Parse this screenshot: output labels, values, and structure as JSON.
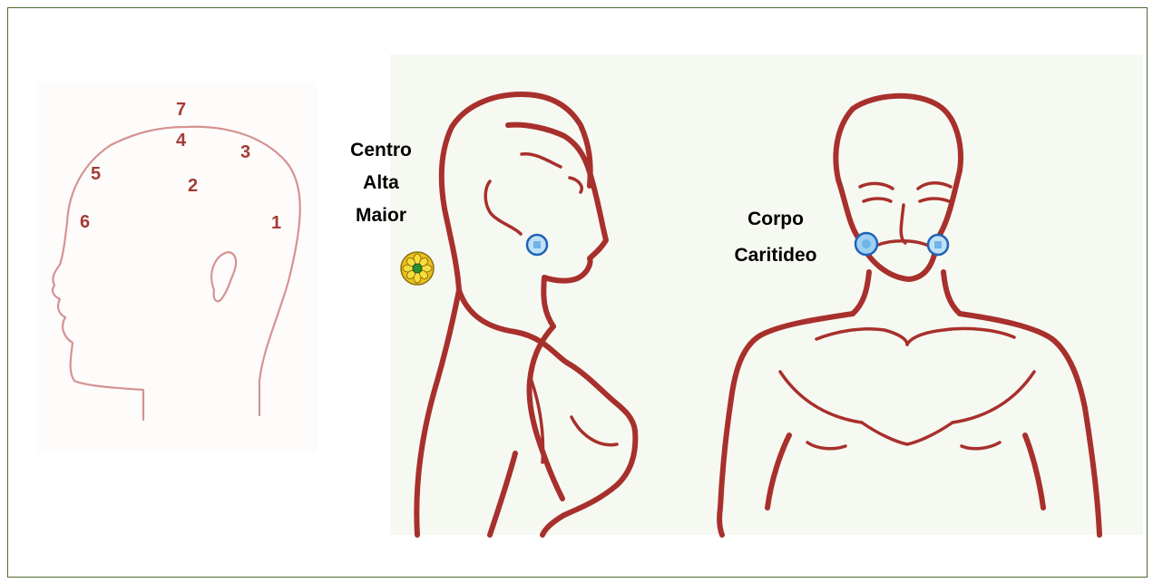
{
  "head_points": [
    {
      "id": "7",
      "label": "7"
    },
    {
      "id": "4",
      "label": "4"
    },
    {
      "id": "3",
      "label": "3"
    },
    {
      "id": "5",
      "label": "5"
    },
    {
      "id": "2",
      "label": "2"
    },
    {
      "id": "6",
      "label": "6"
    },
    {
      "id": "1",
      "label": "1"
    }
  ],
  "labels": {
    "alta_maior": [
      "Centro",
      "Alta",
      "Maior"
    ],
    "corpo": [
      "Corpo",
      "Caritideo"
    ]
  },
  "colors": {
    "frame_border": "#4f6b33",
    "figure_stroke": "#a8302c",
    "head_stroke": "#d59292",
    "number_text": "#a63a36",
    "marker_fill": "#6fb3e8",
    "marker_ring": "#1f63b5",
    "chakra_yellow": "#e8c21a",
    "chakra_green": "#2f8c2f"
  },
  "icons": {
    "alta_maior_marker": "yellow-flower-chakra-icon",
    "carotid_marker": "blue-circle-marker-icon"
  }
}
